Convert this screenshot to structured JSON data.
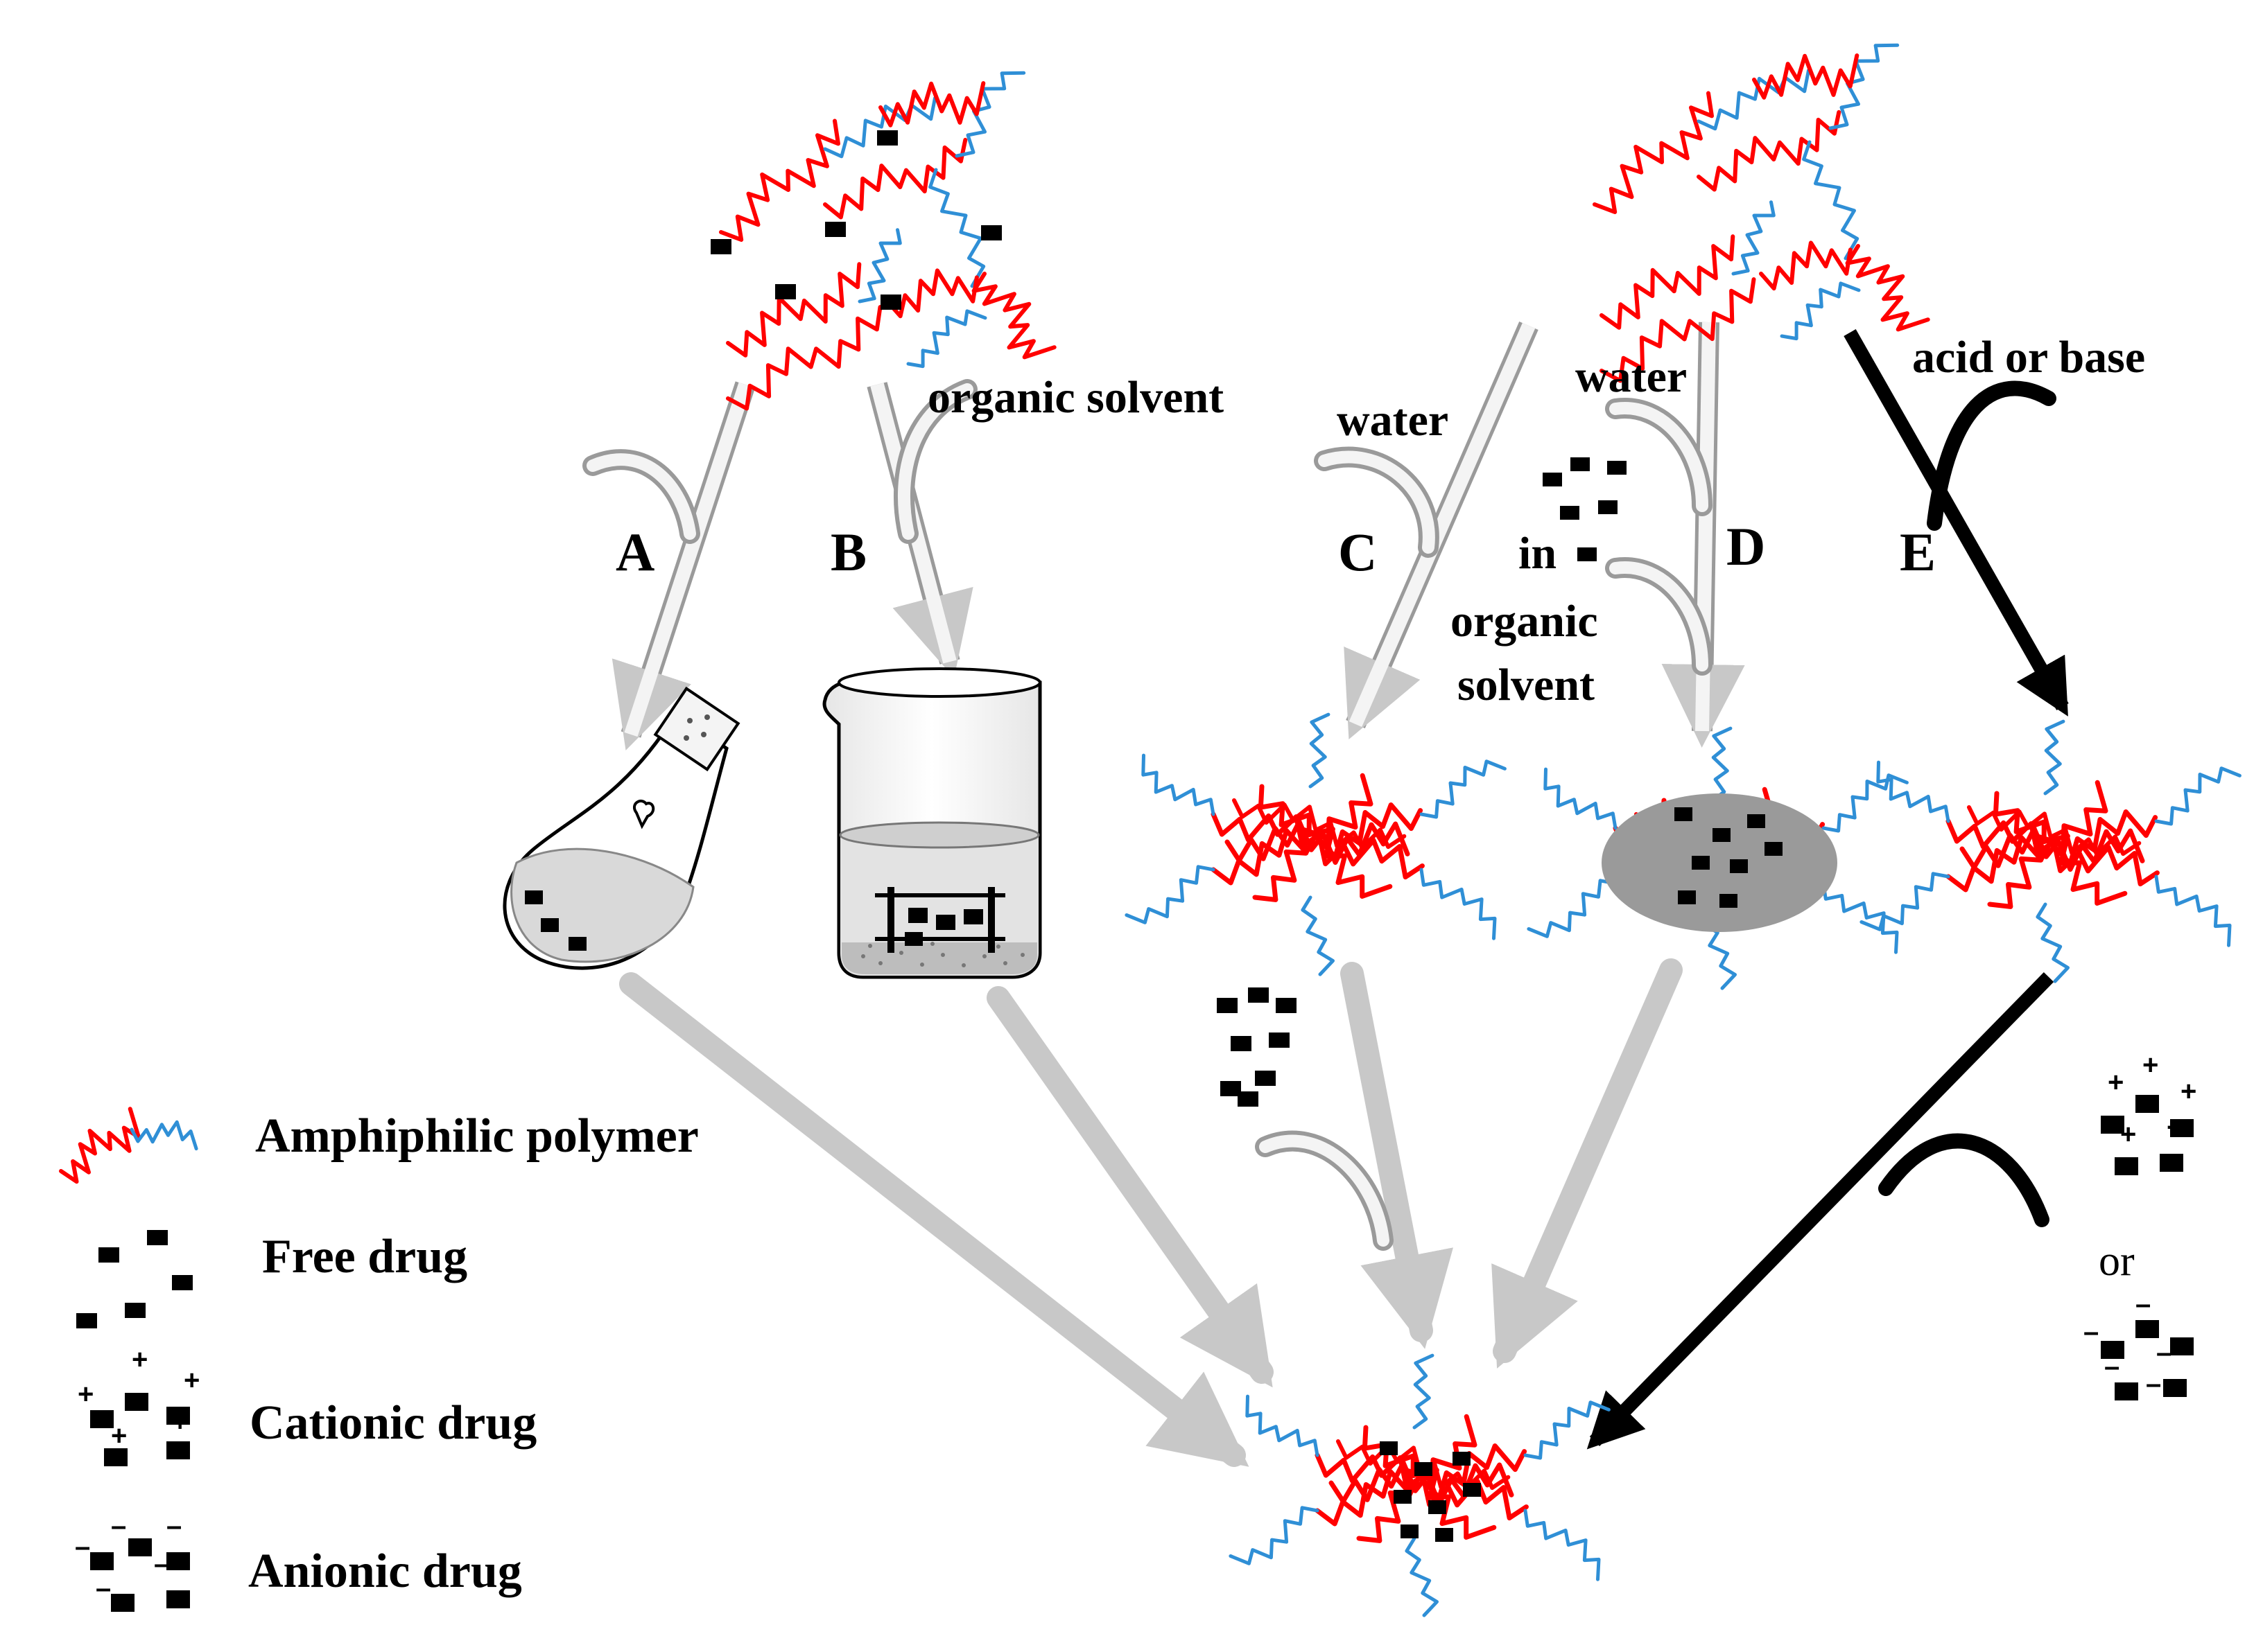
{
  "routes": {
    "A": "A",
    "B": "B",
    "C": "C",
    "D": "D",
    "E": "E"
  },
  "steps": {
    "organic_solvent": "organic solvent",
    "water_c": "water",
    "water_d": "water",
    "in_organic_solvent": [
      "in",
      "organic",
      "solvent"
    ],
    "acid_or_base": "acid or base",
    "or": "or"
  },
  "legend": {
    "amphiphilic_polymer": "Amphiphilic  polymer",
    "free_drug": "Free  drug",
    "cationic_drug": "Cationic drug",
    "anionic_drug": "Anionic drug"
  },
  "ion_signs": {
    "plus": "+",
    "minus": "–"
  },
  "colors": {
    "hydrophobic": "#ff0000",
    "hydrophilic": "#2f8fd6",
    "drug": "#000000",
    "gray_arrow": "#c8c8c8",
    "black_arrow": "#000000",
    "core_shade": "#9a9a9a"
  },
  "icons": {
    "flask": "round-bottom-flask-icon",
    "beaker": "beaker-dialysis-icon"
  }
}
